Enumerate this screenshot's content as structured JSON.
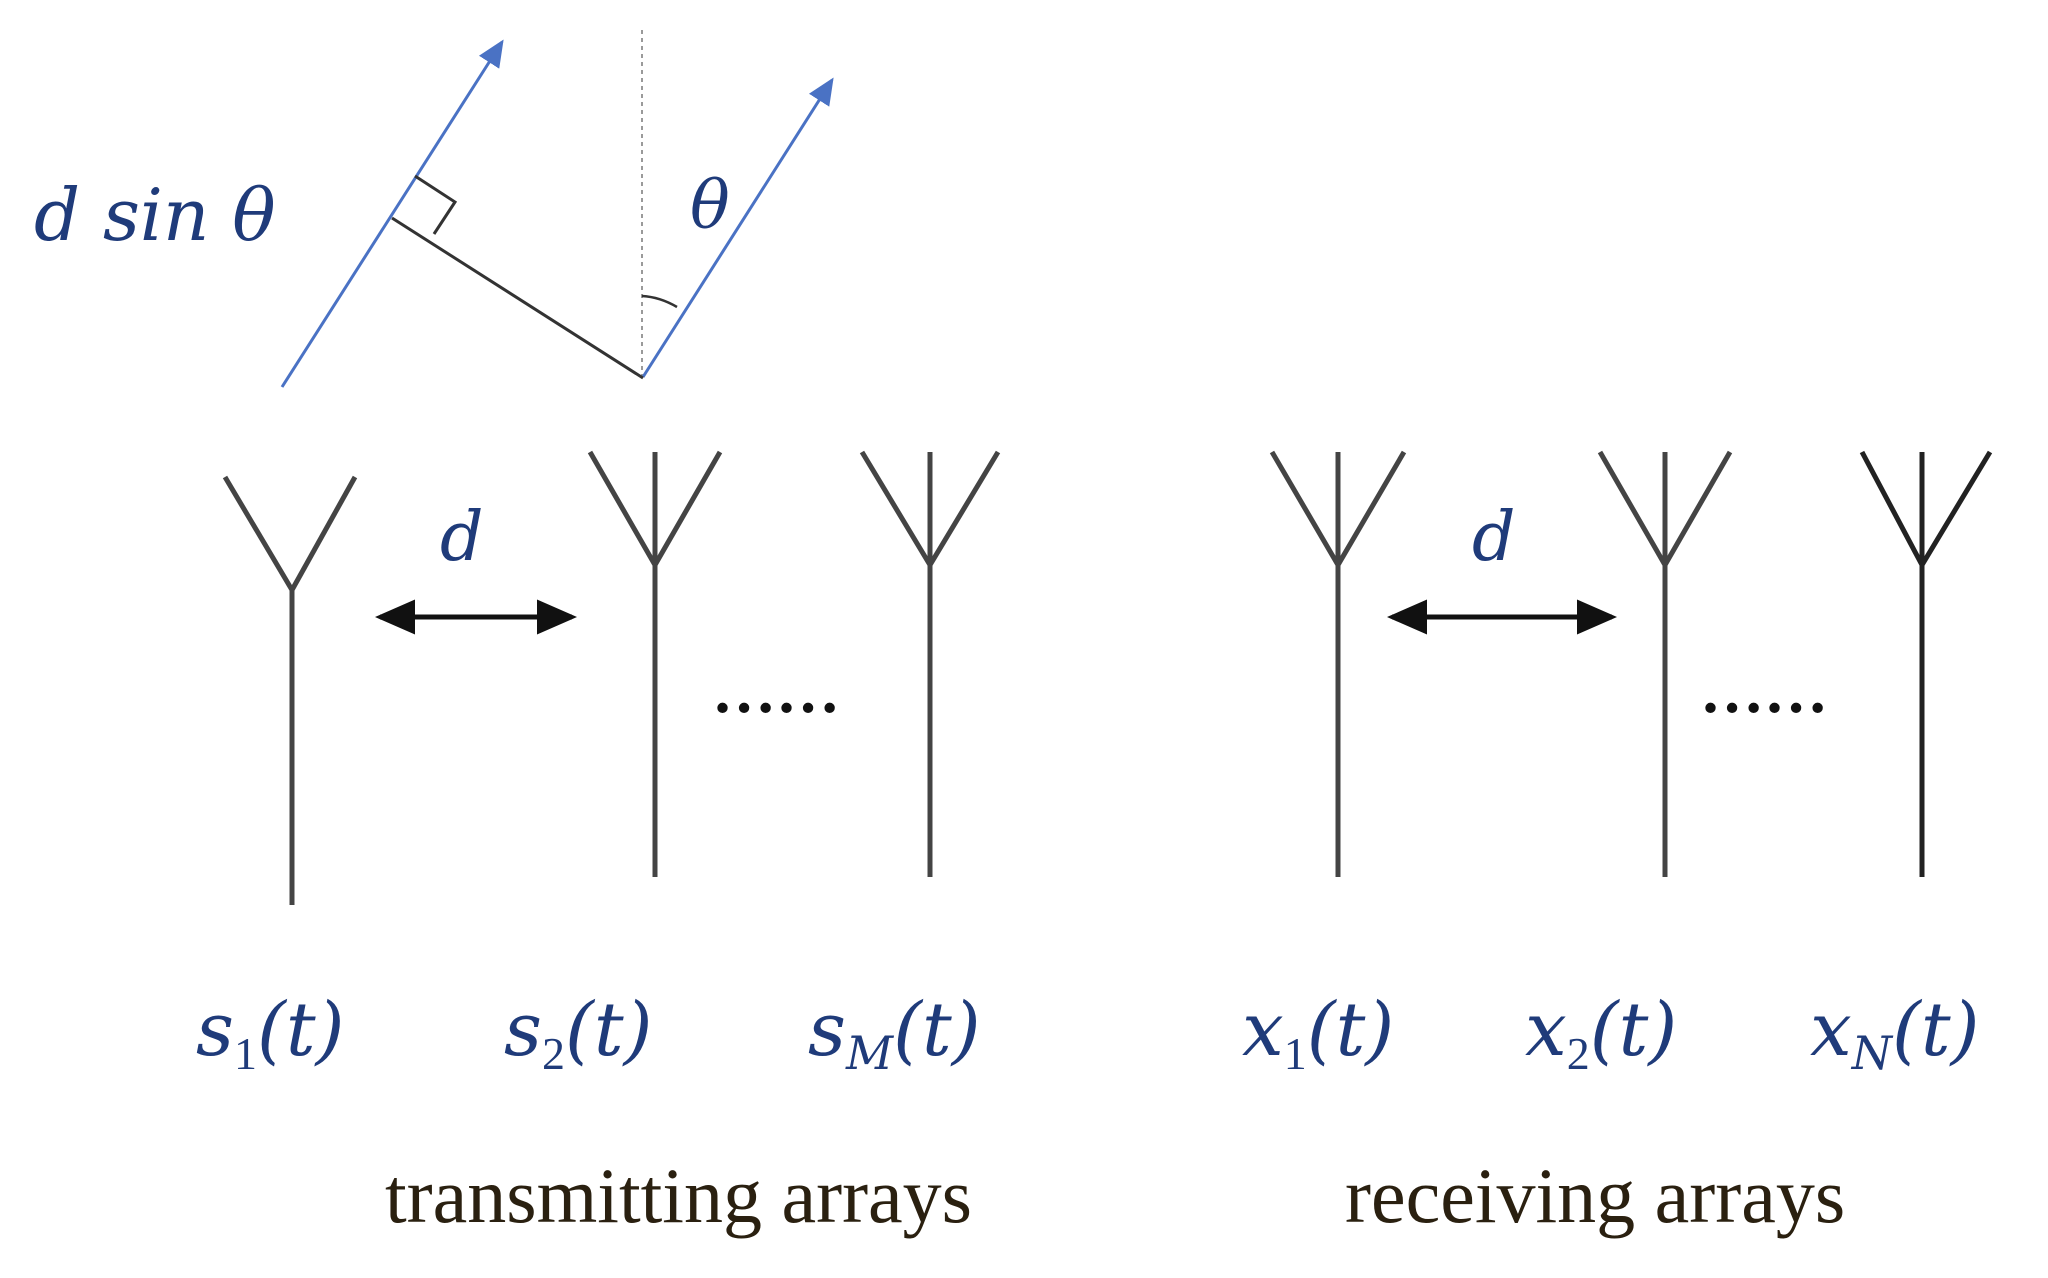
{
  "colors": {
    "beam": "#4a72c4",
    "line": "#333333",
    "antenna": "#444444",
    "math_text": "#1f3b7a",
    "label_text": "#2a2010"
  },
  "geometry_labels": {
    "path_difference": "d sin θ",
    "angle": "θ"
  },
  "transmit": {
    "spacing_label": "d",
    "ellipsis": "……",
    "signals": [
      {
        "base": "s",
        "sub": "1",
        "arg": "(t)"
      },
      {
        "base": "s",
        "sub": "2",
        "arg": "(t)"
      },
      {
        "base": "s",
        "sub": "M",
        "arg": "(t)"
      }
    ],
    "caption": "transmitting arrays"
  },
  "receive": {
    "spacing_label": "d",
    "ellipsis": "……",
    "signals": [
      {
        "base": "x",
        "sub": "1",
        "arg": "(t)"
      },
      {
        "base": "x",
        "sub": "2",
        "arg": "(t)"
      },
      {
        "base": "x",
        "sub": "N",
        "arg": "(t)"
      }
    ],
    "caption": "receiving arrays"
  }
}
